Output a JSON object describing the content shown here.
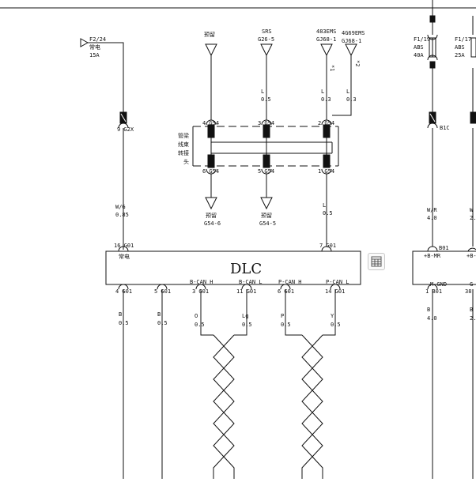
{
  "fuses": {
    "f224": {
      "id": "F2/24",
      "name": "常电",
      "rating": "15A"
    },
    "f119": {
      "id": "F1/19",
      "name": "ABS",
      "rating": "40A"
    },
    "f117": {
      "id": "F1/17",
      "name": "ABS",
      "rating": "25A"
    }
  },
  "top_terminals": {
    "reserved": "预留",
    "srs": {
      "name": "SRS",
      "code": "G26-5"
    },
    "ems483": {
      "name": "483EMS",
      "code": "GJ68-1",
      "note": "*1"
    },
    "ems4g69": {
      "name": "4G69EMS",
      "code": "GJ68-1",
      "note": "*2"
    }
  },
  "connectors": {
    "g2x": "9 G2X",
    "b1c": "B1C"
  },
  "wires": {
    "srs": {
      "color": "L",
      "size": "0.5"
    },
    "ems483": {
      "color": "L",
      "size": "0.3"
    },
    "ems4g69": {
      "color": "L",
      "size": "0.3"
    },
    "g54_out": {
      "color": "L",
      "size": "0.5"
    },
    "wg": {
      "color": "W/G",
      "size": "0.85"
    },
    "wr": {
      "color": "W/R",
      "size": "4.0"
    },
    "w2": {
      "color": "W",
      "size": "2."
    },
    "b1": {
      "color": "B",
      "size": "0.5"
    },
    "b2": {
      "color": "B",
      "size": "0.5"
    },
    "o": {
      "color": "O",
      "size": "0.5"
    },
    "lg": {
      "color": "Lg",
      "size": "0.5"
    },
    "p": {
      "color": "P",
      "size": "0.5"
    },
    "y": {
      "color": "Y",
      "size": "0.5"
    },
    "b_abs1": {
      "color": "B",
      "size": "4.0"
    },
    "b_abs2": {
      "color": "B",
      "size": "2."
    }
  },
  "splice": {
    "label": [
      "管梁",
      "线束",
      "转接",
      "头"
    ],
    "pins_top": [
      "4 G54",
      "3 G54",
      "2 G54"
    ],
    "pins_bottom": [
      "6 G54",
      "5 G54",
      "1 G54"
    ],
    "bottom_reserved_1": {
      "name": "预留",
      "code": "G54-6"
    },
    "bottom_reserved_2": {
      "name": "预留",
      "code": "G54-5"
    }
  },
  "dlc": {
    "title": "DLC",
    "pin_top_16": "16 G01",
    "pin_top_7": "7 G01",
    "power_label": "常电",
    "pins_bottom": [
      "4 G01",
      "5 G01",
      "3 G01",
      "11 G01",
      "6 G01",
      "14 G01"
    ],
    "bus_labels": [
      "B-CAN H",
      "B-CAN L",
      "P-CAN H",
      "P-CAN L"
    ]
  },
  "abs": {
    "pin_b01": "B01",
    "pin_top_label": "+B-MR",
    "pin_top_label_2": "+B-",
    "pin_bottom_label": "M-GND",
    "pin_bottom_num": "1 B01",
    "pin_bottom_3": "G",
    "pin_bottom_38": "38"
  }
}
